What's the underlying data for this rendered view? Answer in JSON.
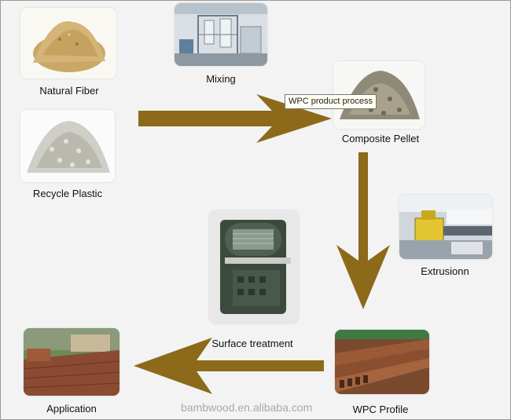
{
  "diagram": {
    "nodes": [
      {
        "id": "natural_fiber",
        "label": "Natural Fiber",
        "image": "fiber-pile"
      },
      {
        "id": "mixing",
        "label": "Mixing",
        "image": "mixing-plant"
      },
      {
        "id": "recycle_plastic",
        "label": "Recycle Plastic",
        "image": "plastic-granules"
      },
      {
        "id": "composite_pellet",
        "label": "Composite Pellet",
        "image": "pellet-pile"
      },
      {
        "id": "extrusion",
        "label": "Extrusionn",
        "image": "extruder-machine"
      },
      {
        "id": "surface_treatment",
        "label": "Surface treatment",
        "image": "brushing-machine"
      },
      {
        "id": "wpc_profile",
        "label": "WPC Profile",
        "image": "hollow-boards"
      },
      {
        "id": "application",
        "label": "Application",
        "image": "wood-deck"
      }
    ],
    "flow": [
      "inputs",
      "composite_pellet",
      "wpc_profile",
      "application"
    ],
    "arrow_color": "#8c6a1a",
    "tooltip": "WPC product process",
    "watermark": "bambwood.en.alibaba.com"
  }
}
